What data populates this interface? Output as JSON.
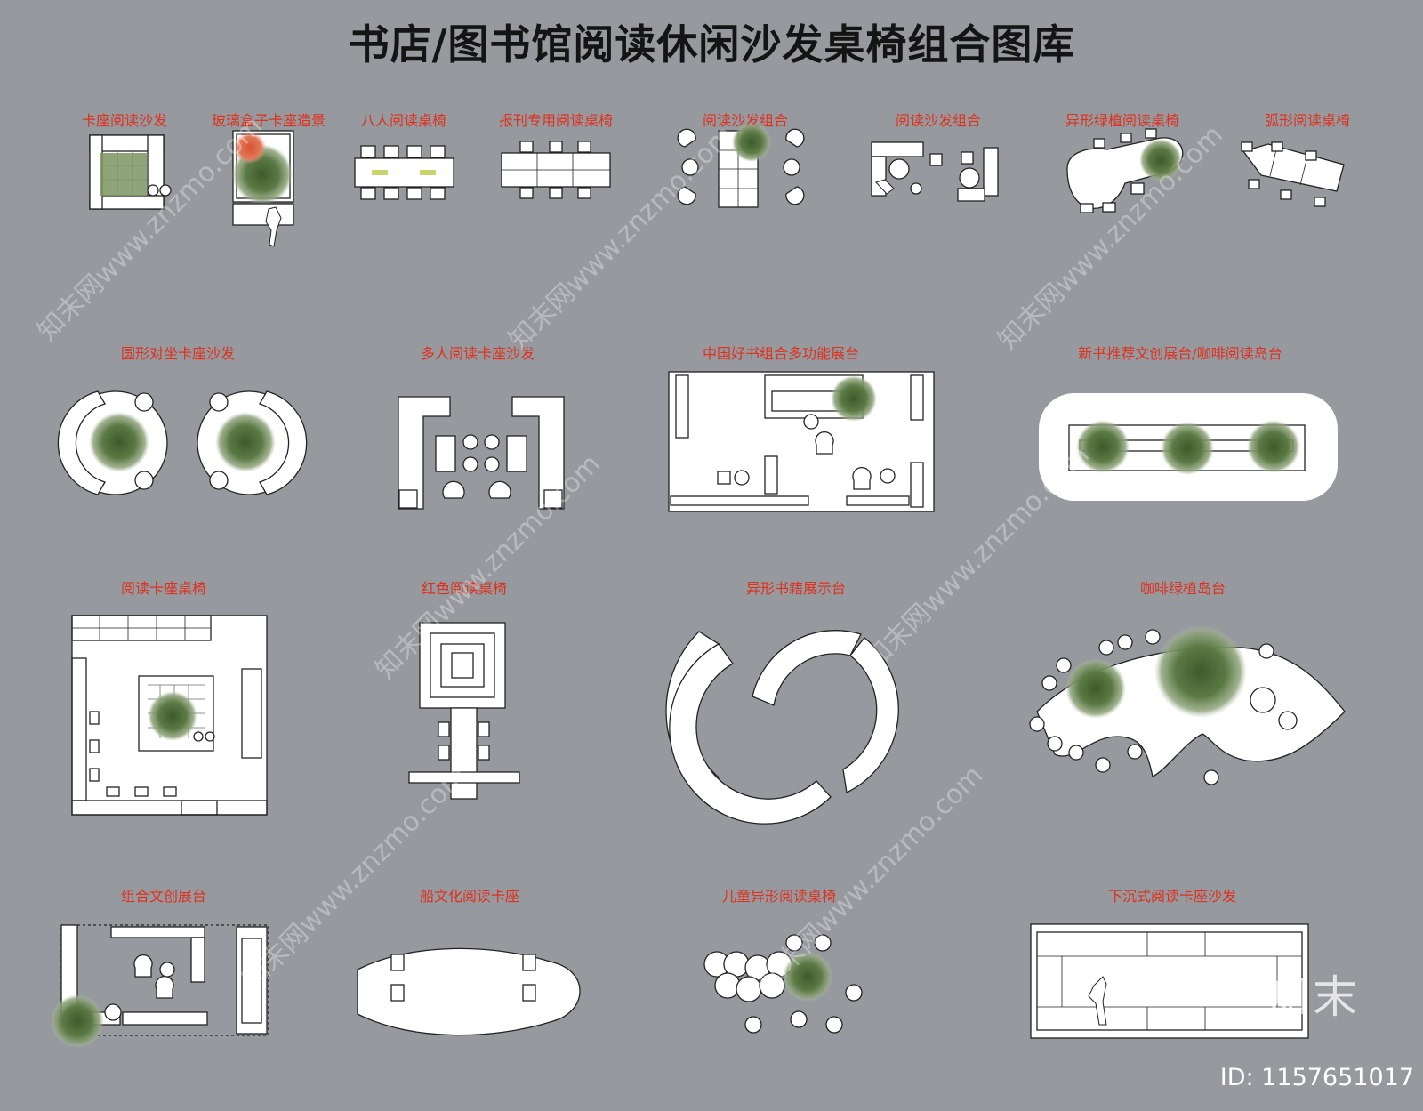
{
  "title": "书店/图书馆阅读休闲沙发桌椅组合图库",
  "items": [
    "卡座阅读沙发",
    "玻璃盒子卡座造景",
    "八人阅读桌椅",
    "报刊专用阅读桌椅",
    "阅读沙发组合",
    "阅读沙发组合",
    "异形绿植阅读桌椅",
    "弧形阅读桌椅",
    "圆形对坐卡座沙发",
    "多人阅读卡座沙发",
    "中国好书组合多功能展台",
    "新书推荐文创展台/咖啡阅读岛台",
    "阅读卡座桌椅",
    "红色阅读桌椅",
    "异形书籍展示台",
    "咖啡绿植岛台",
    "组合文创展台",
    "船文化阅读卡座",
    "儿童异形阅读桌椅",
    "下沉式阅读卡座沙发"
  ],
  "brand": "知末",
  "image_id": "ID: 1157651017",
  "watermark": "知末网www.znzmo.com",
  "colors": {
    "background": "#96999e",
    "label": "#e0301e",
    "title": "#141414",
    "furniture": "#ffffff",
    "plant": "#4f6b36"
  }
}
